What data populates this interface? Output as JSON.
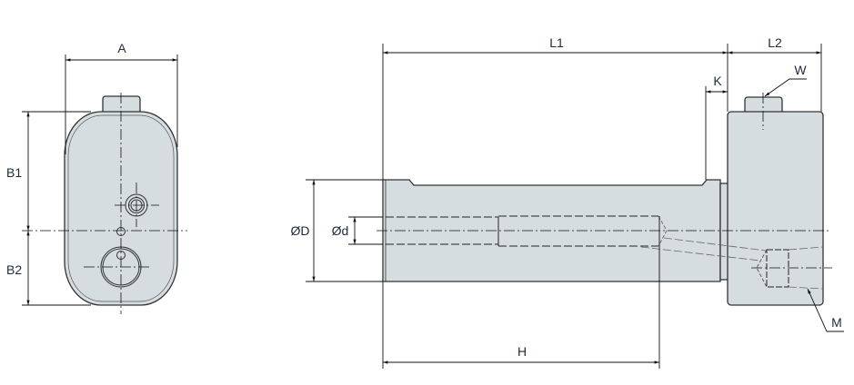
{
  "labels": {
    "A": "A",
    "B1": "B1",
    "B2": "B2",
    "L1": "L1",
    "L2": "L2",
    "K": "K",
    "W": "W",
    "M": "M",
    "OD": "ØD",
    "Od": "Ød",
    "H": "H"
  },
  "colors": {
    "body_fill": "#d6dde0",
    "line": "#111111",
    "label": "#1e2a3a"
  }
}
